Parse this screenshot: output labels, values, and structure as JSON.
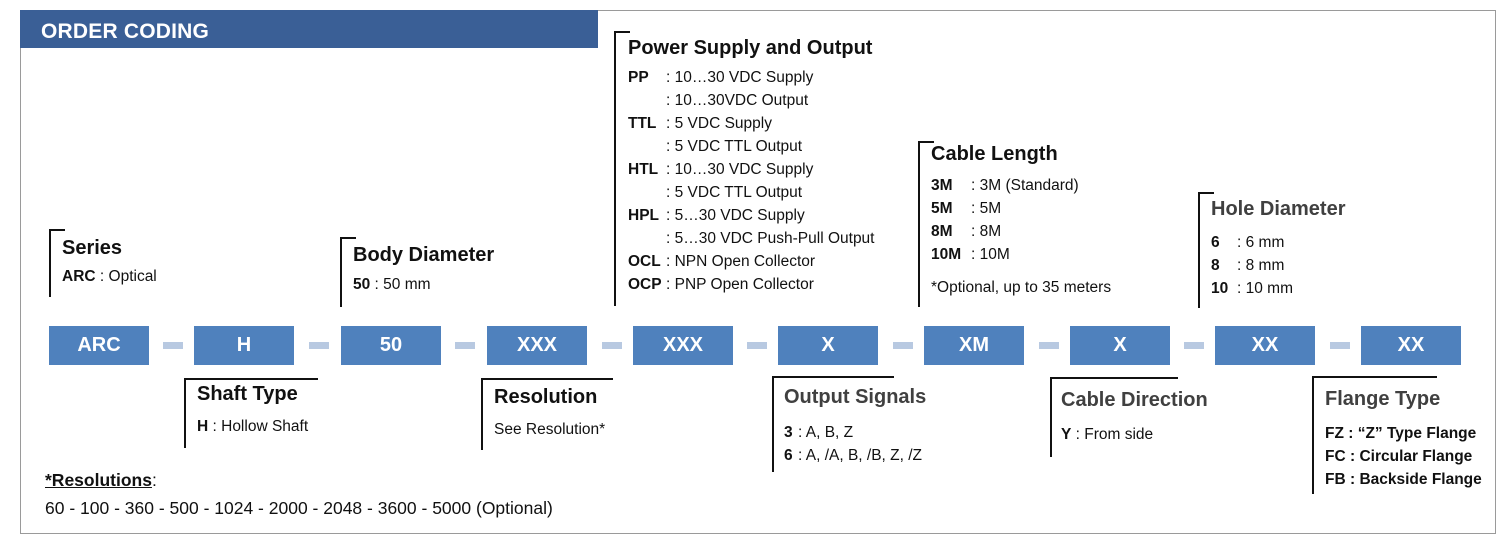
{
  "header": {
    "title": "ORDER CODING"
  },
  "codes": [
    "ARC",
    "H",
    "50",
    "XXX",
    "XXX",
    "X",
    "XM",
    "X",
    "XX",
    "XX"
  ],
  "series": {
    "title": "Series",
    "rows": [
      {
        "code": "ARC",
        "text": " : Optical"
      }
    ]
  },
  "body_diameter": {
    "title": "Body Diameter",
    "rows": [
      {
        "code": "50",
        "text": " : 50 mm"
      }
    ]
  },
  "power_supply": {
    "title": "Power Supply and Output",
    "rows": [
      {
        "code": "PP",
        "text": ": 10…30 VDC Supply"
      },
      {
        "code": "",
        "text": ": 10…30VDC Output"
      },
      {
        "code": "TTL",
        "text": ": 5 VDC Supply"
      },
      {
        "code": "",
        "text": ": 5 VDC TTL Output"
      },
      {
        "code": "HTL",
        "text": ": 10…30 VDC Supply"
      },
      {
        "code": "",
        "text": ": 5 VDC TTL Output"
      },
      {
        "code": "HPL",
        "text": ": 5…30 VDC Supply"
      },
      {
        "code": "",
        "text": ": 5…30 VDC Push-Pull Output"
      },
      {
        "code": "OCL",
        "text": ": NPN Open Collector"
      },
      {
        "code": "OCP",
        "text": ": PNP Open Collector"
      }
    ]
  },
  "cable_length": {
    "title": "Cable Length",
    "rows": [
      {
        "code": "3M",
        "text": ":  3M  (Standard)"
      },
      {
        "code": "5M",
        "text": ":  5M"
      },
      {
        "code": "8M",
        "text": ":  8M"
      },
      {
        "code": "10M",
        "text": ":  10M"
      }
    ],
    "note": "*Optional, up to 35 meters"
  },
  "hole_diameter": {
    "title": "Hole Diameter",
    "rows": [
      {
        "code": "6",
        "text": ":  6 mm"
      },
      {
        "code": "8",
        "text": ":  8 mm"
      },
      {
        "code": "10",
        "text": ":  10 mm"
      }
    ]
  },
  "shaft_type": {
    "title": "Shaft Type",
    "rows": [
      {
        "code": "H",
        "text": " : Hollow Shaft"
      }
    ]
  },
  "resolution": {
    "title": "Resolution",
    "text": "See Resolution*"
  },
  "output_signals": {
    "title": "Output Signals",
    "rows": [
      {
        "code": "3",
        "text": ":  A, B, Z"
      },
      {
        "code": "6",
        "text": ":  A, /A, B, /B, Z, /Z"
      }
    ]
  },
  "cable_direction": {
    "title": "Cable Direction",
    "rows": [
      {
        "code": "Y",
        "text": " : From side"
      }
    ]
  },
  "flange_type": {
    "title": "Flange Type",
    "rows": [
      {
        "code": "FZ",
        "text": " :  “Z” Type Flange"
      },
      {
        "code": "FC",
        "text": " :  Circular Flange"
      },
      {
        "code": "FB",
        "text": " :  Backside Flange"
      }
    ]
  },
  "resolutions_footer": {
    "title": "*Resolutions",
    "colon": ":",
    "values": "60 - 100 - 360 - 500 - 1024 - 2000 - 2048 - 3600 - 5000 (Optional)"
  },
  "colors": {
    "header_bg": "#3a5f96",
    "code_box": "#4f81bd",
    "dash": "#b8c9e1"
  }
}
